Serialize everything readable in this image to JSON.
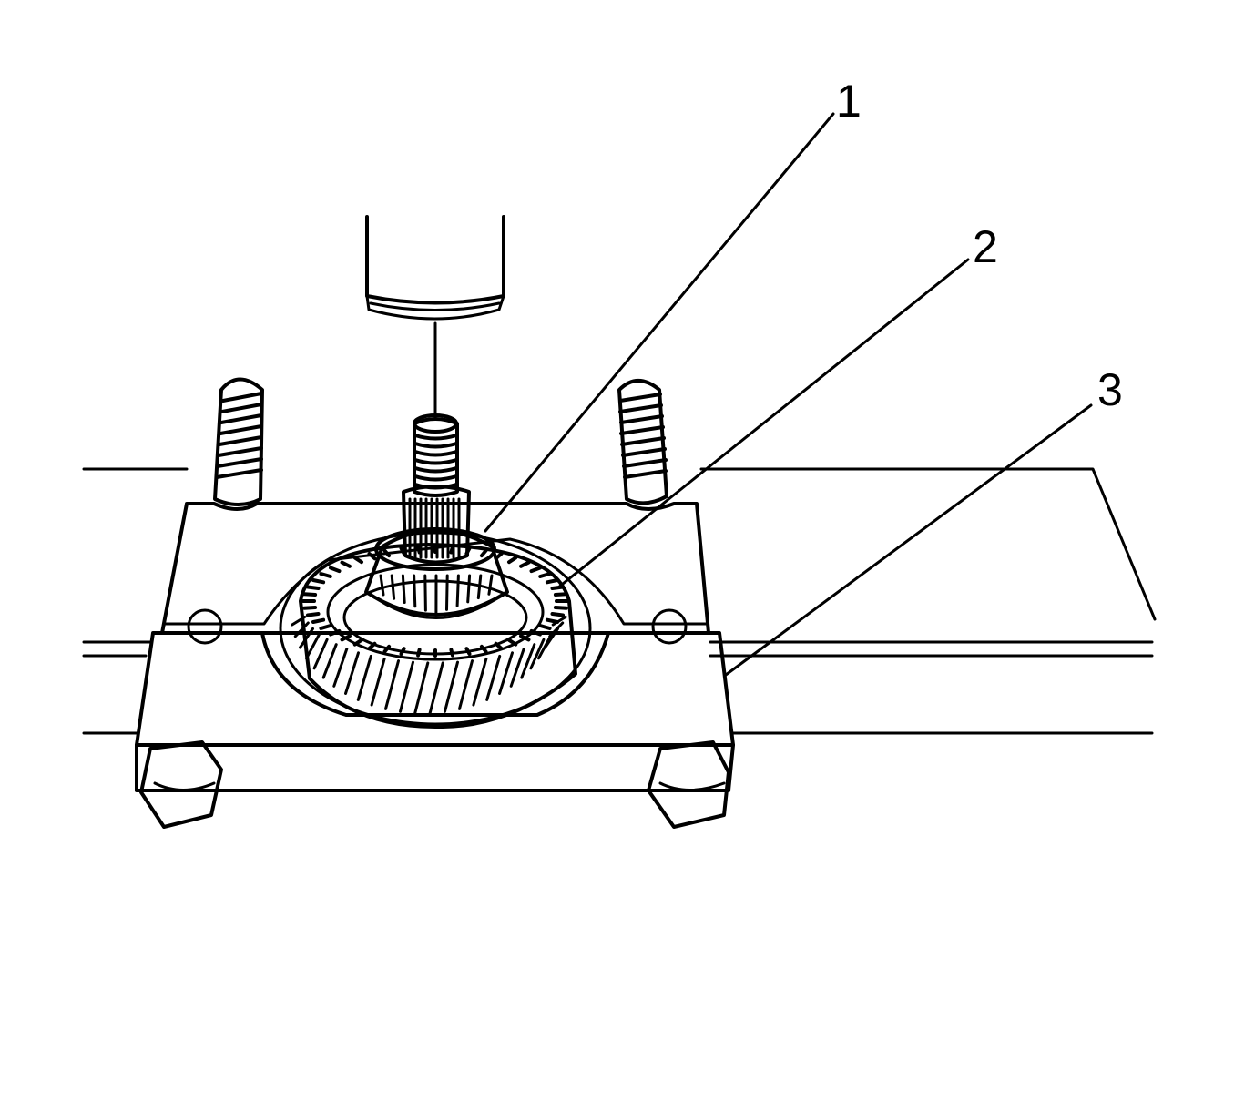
{
  "colors": {
    "ink": "#000000",
    "paper": "#ffffff"
  },
  "callouts": [
    {
      "id": "1",
      "label": "1"
    },
    {
      "id": "2",
      "label": "2"
    },
    {
      "id": "3",
      "label": "3"
    }
  ]
}
